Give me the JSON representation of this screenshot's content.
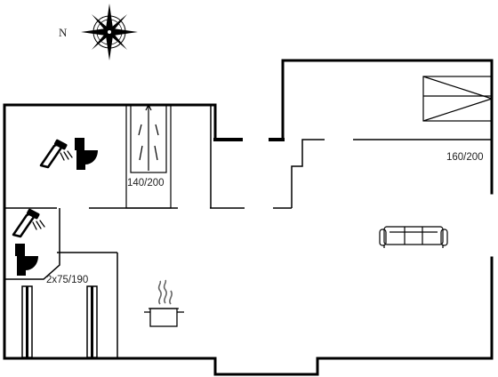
{
  "compass": {
    "label": "N"
  },
  "labels": {
    "shower_bed": "140/200",
    "double_bed": "160/200",
    "bunk_bed": "2x75/190"
  },
  "icons": [
    "compass-rose-icon",
    "shower-icon",
    "toilet-icon",
    "bed-icon",
    "sofa-icon",
    "cooking-pot-icon"
  ],
  "colors": {
    "wall": "#000000",
    "fixture": "#000000",
    "background": "#ffffff"
  }
}
